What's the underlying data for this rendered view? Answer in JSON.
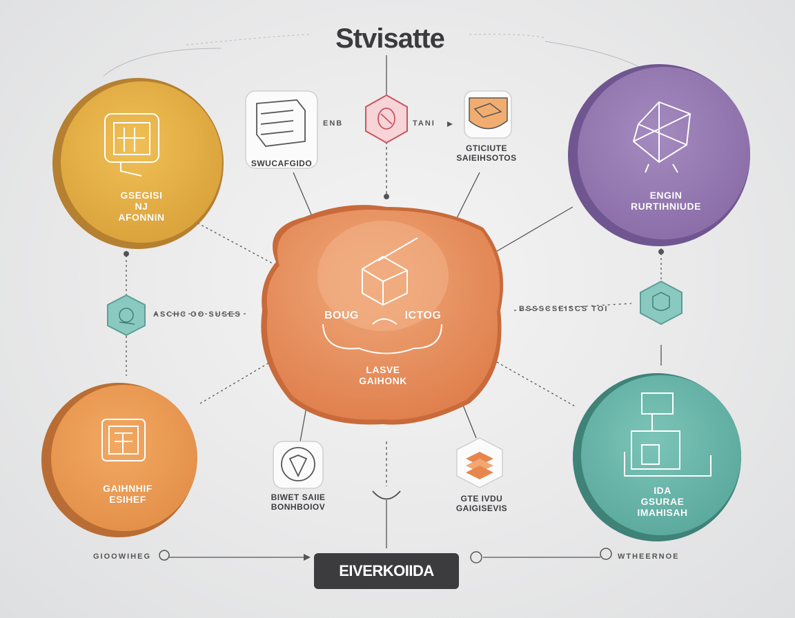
{
  "title": "Stvisatte",
  "nodes": {
    "top_left": {
      "line1": "GSEGISI",
      "line2": "NJ",
      "line3": "AFONNIN",
      "color": "#e9b345"
    },
    "top_right": {
      "line1": "ENGIN",
      "line2": "RURTIHNIUDE",
      "color": "#9a7fb5"
    },
    "center": {
      "left": "BOUG",
      "right": "ICTOG",
      "line1": "LASVE",
      "line2": "GAIHONK",
      "color": "#e58a57"
    },
    "bottom_left": {
      "line1": "GAIHNHIF",
      "line2": "ESIHEF",
      "color": "#eb9e57"
    },
    "bottom_right": {
      "line1": "IDA",
      "line2": "GSURAE",
      "line3": "IMAHISAH",
      "color": "#6fb9ae"
    }
  },
  "cards": {
    "top_left_card": {
      "label": "SWUCAFGIDO"
    },
    "top_right_card": {
      "label1": "GTICIUTE",
      "label2": "SAIEIHSOTOS"
    },
    "bottom_left_card": {
      "label1": "BIWET SAIIE",
      "label2": "BONHBOIOV"
    },
    "bottom_right_card": {
      "label1": "GTE IVDU",
      "label2": "GAIGISEVIS"
    }
  },
  "connectors": {
    "top_a": "ENB",
    "top_b": "TANI",
    "left_mid": "ASCHC OO SUSES",
    "right_mid": "BSSSCSEISCS TOI",
    "bottom_left_caption": "GIOOWIHEG",
    "bottom_right_caption": "WTHEERNOE"
  },
  "footer": {
    "label": "EIVERKOIIDA"
  }
}
